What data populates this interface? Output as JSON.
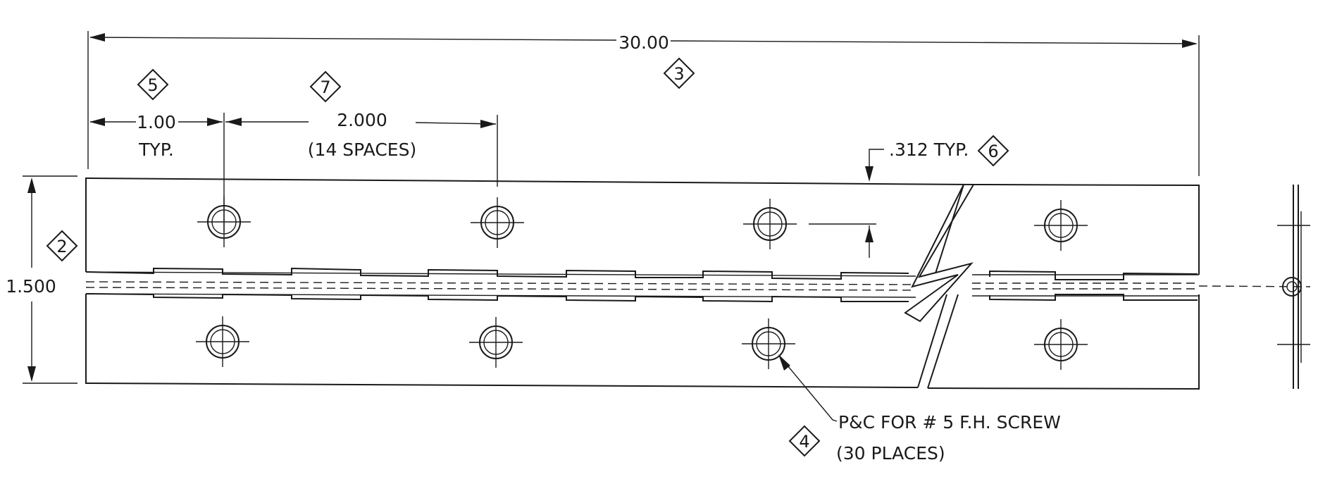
{
  "dimensions": {
    "overall_length": "30.00",
    "end_spacing": "1.00",
    "end_spacing_note": "TYP.",
    "pitch": "2.000",
    "pitch_note": "(14 SPACES)",
    "knuckle_offset": ".312 TYP.",
    "width": "1.500"
  },
  "callout": {
    "line1": "P&C FOR # 5 F.H. SCREW",
    "line2": "(30 PLACES)"
  },
  "flags": {
    "width": "2",
    "length": "3",
    "holes": "4",
    "end_spacing": "5",
    "knuckle": "6",
    "pitch": "7"
  }
}
